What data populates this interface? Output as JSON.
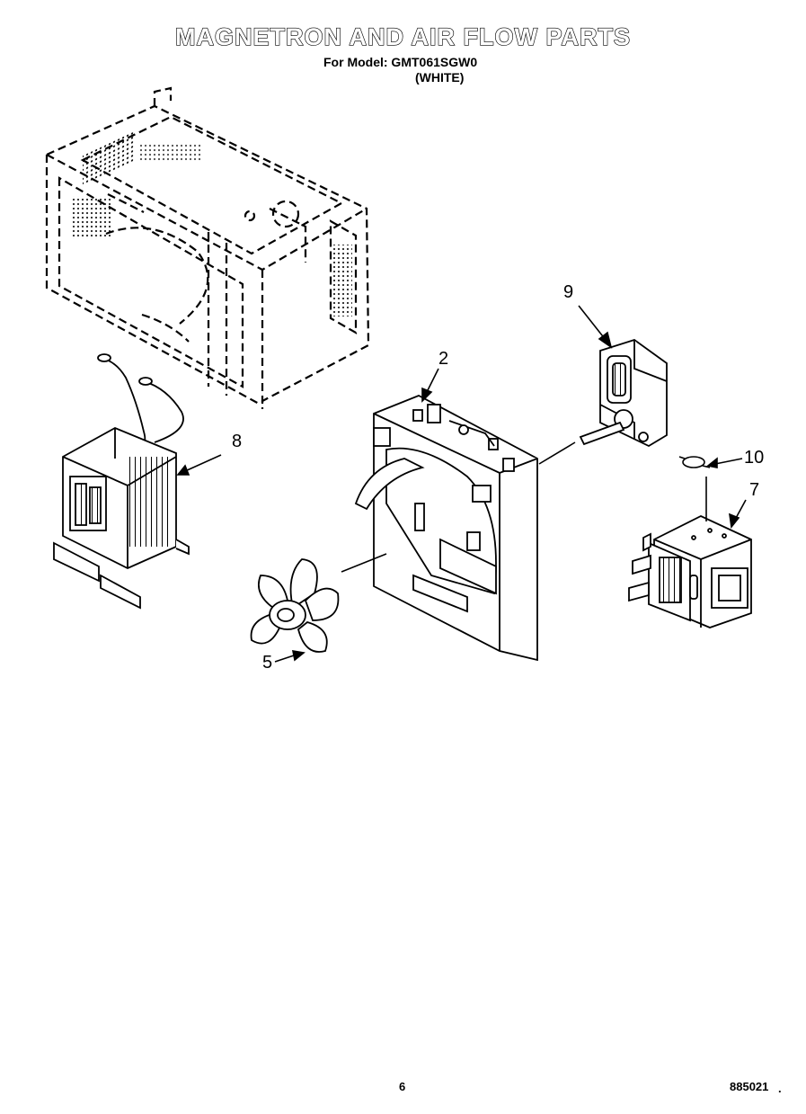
{
  "header": {
    "title": "MAGNETRON AND AIR FLOW PARTS",
    "model_line": "For Model: GMT061SGW0",
    "variant": "(WHITE)"
  },
  "callouts": [
    {
      "id": "2",
      "label": "2"
    },
    {
      "id": "5",
      "label": "5"
    },
    {
      "id": "7",
      "label": "7"
    },
    {
      "id": "8",
      "label": "8"
    },
    {
      "id": "9",
      "label": "9"
    },
    {
      "id": "10",
      "label": "10"
    }
  ],
  "footer": {
    "page_number": "6",
    "doc_code": "885021"
  }
}
